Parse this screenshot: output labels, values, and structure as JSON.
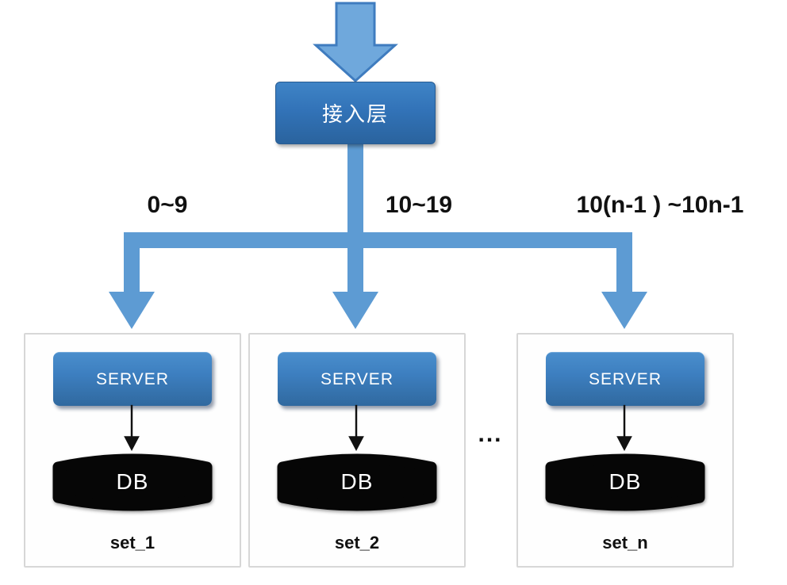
{
  "diagram": {
    "access_layer_label": "接入层",
    "branch_labels": [
      "0~9",
      "10~19",
      "10(n-1 ) ~10n-1"
    ],
    "ellipsis_label": "...",
    "sets": [
      {
        "server_label": "SERVER",
        "db_label": "DB",
        "set_label": "set_1"
      },
      {
        "server_label": "SERVER",
        "db_label": "DB",
        "set_label": "set_2"
      },
      {
        "server_label": "SERVER",
        "db_label": "DB",
        "set_label": "set_n"
      }
    ],
    "colors": {
      "connector_blue": "#5D9BD3",
      "big_arrow_fill": "#6FA8DC",
      "big_arrow_stroke": "#3F7CBF",
      "node_blue": "#3A7CBE",
      "db_black": "#060606",
      "card_border": "#D7D7D7",
      "label_text": "#111111"
    }
  }
}
